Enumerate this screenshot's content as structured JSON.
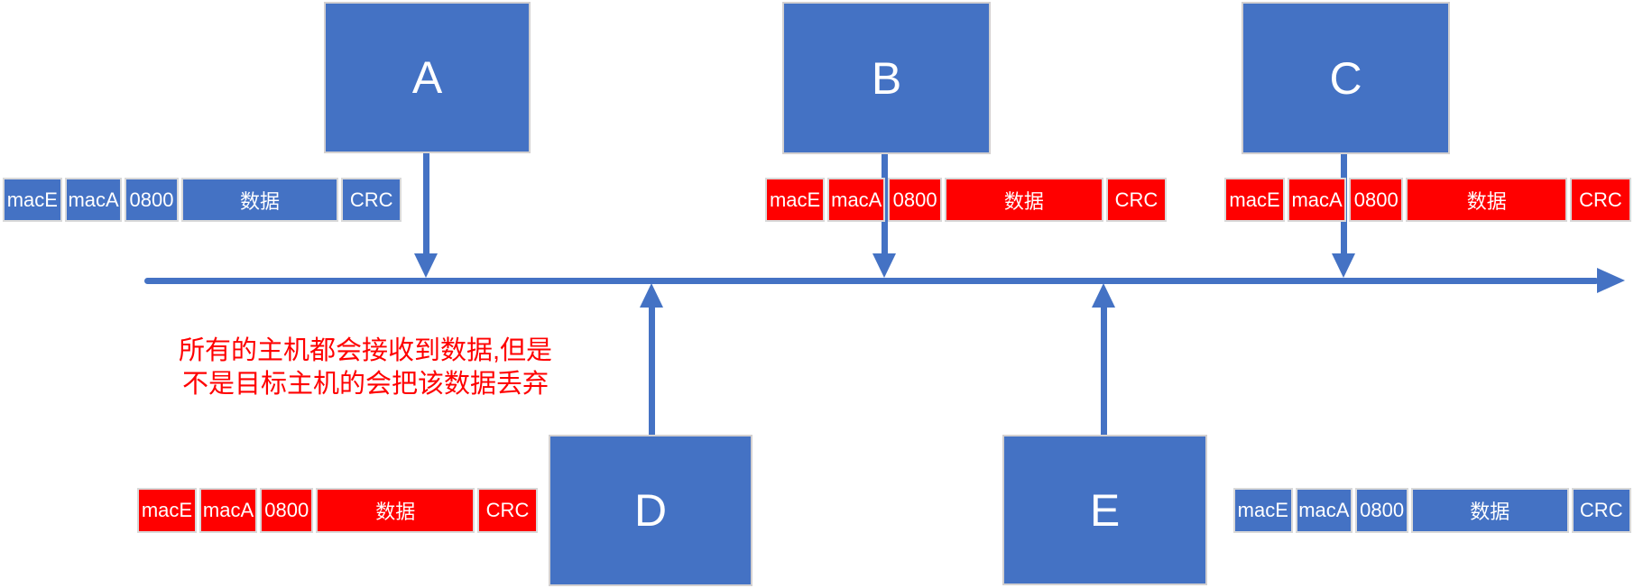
{
  "hosts": [
    {
      "id": "A",
      "label": "A"
    },
    {
      "id": "B",
      "label": "B"
    },
    {
      "id": "C",
      "label": "C"
    },
    {
      "id": "D",
      "label": "D"
    },
    {
      "id": "E",
      "label": "E"
    }
  ],
  "frames": [
    {
      "near_host": "A",
      "variant": "blue",
      "fields": [
        "macE",
        "macA",
        "0800",
        "数据",
        "CRC"
      ]
    },
    {
      "near_host": "B",
      "variant": "red",
      "fields": [
        "macE",
        "macA",
        "0800",
        "数据",
        "CRC"
      ]
    },
    {
      "near_host": "C",
      "variant": "red",
      "fields": [
        "macE",
        "macA",
        "0800",
        "数据",
        "CRC"
      ]
    },
    {
      "near_host": "D",
      "variant": "red",
      "fields": [
        "macE",
        "macA",
        "0800",
        "数据",
        "CRC"
      ]
    },
    {
      "near_host": "E",
      "variant": "blue",
      "fields": [
        "macE",
        "macA",
        "0800",
        "数据",
        "CRC"
      ]
    }
  ],
  "annotation": {
    "line1": "所有的主机都会接收到数据,但是",
    "line2": "不是目标主机的会把该数据丢弃",
    "color": "#FF0000"
  },
  "colors": {
    "host_blue": "#4472C4",
    "bus_blue": "#4472C4",
    "frame_accepted_blue": "#4472C4",
    "frame_discarded_red": "#FF0000",
    "box_border_gray": "#D3D0D0",
    "cell_border_gray": "#D9D9D9",
    "label_white": "#FFFFFF"
  }
}
